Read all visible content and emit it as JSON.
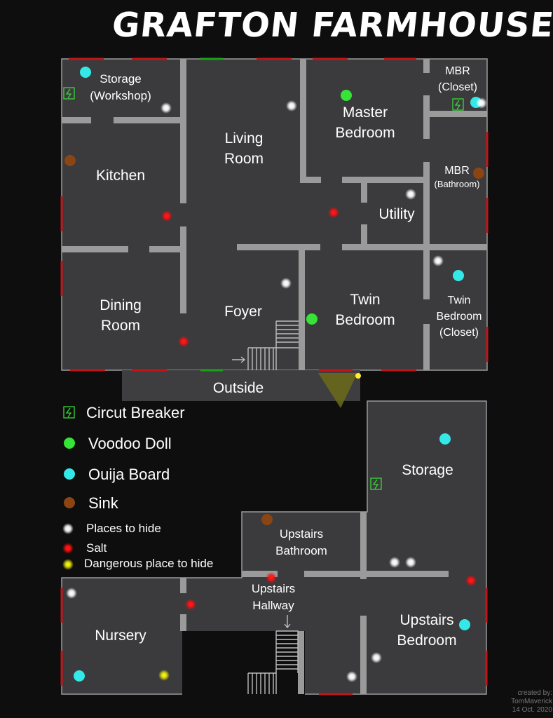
{
  "title": "GRAFTON FARMHOUSE",
  "rooms": {
    "storage_workshop": [
      "Storage",
      "(Workshop)"
    ],
    "kitchen": [
      "Kitchen"
    ],
    "living_room": [
      "Living",
      "Room"
    ],
    "master_bedroom": [
      "Master",
      "Bedroom"
    ],
    "mbr_closet": [
      "MBR",
      "(Closet)"
    ],
    "mbr_bathroom": [
      "MBR",
      "(Bathroom)"
    ],
    "utility": [
      "Utility"
    ],
    "dining_room": [
      "Dining",
      "Room"
    ],
    "foyer": [
      "Foyer"
    ],
    "twin_bedroom": [
      "Twin",
      "Bedroom"
    ],
    "twin_bedroom_closet": [
      "Twin",
      "Bedroom",
      "(Closet)"
    ],
    "outside": [
      "Outside"
    ],
    "storage_upstairs": [
      "Storage"
    ],
    "upstairs_bathroom": [
      "Upstairs",
      "Bathroom"
    ],
    "upstairs_hallway": [
      "Upstairs",
      "Hallway"
    ],
    "nursery": [
      "Nursery"
    ],
    "upstairs_bedroom": [
      "Upstairs",
      "Bedroom"
    ]
  },
  "legend": {
    "circuit_breaker": "Circut Breaker",
    "voodoo_doll": "Voodoo Doll",
    "ouija_board": "Ouija Board",
    "sink": "Sink",
    "hide": "Places to hide",
    "salt": "Salt",
    "danger": "Dangerous place to hide"
  },
  "credit": {
    "line1": "created by:",
    "line2": "TomMaverick",
    "line3": "14 Oct. 2020"
  },
  "colors": {
    "background": "#0e0e0e",
    "floor": "#3b3b3d",
    "wall": "#9a9a9a",
    "window": "#c0161a",
    "door": "#19a319",
    "voodoo_doll": "#36e336",
    "ouija_board": "#35e8e8",
    "sink": "#8b4513",
    "salt": "#ff1b1b",
    "hide": "#ffffff",
    "danger": "#e6e600",
    "breaker": "#3ad63a"
  }
}
